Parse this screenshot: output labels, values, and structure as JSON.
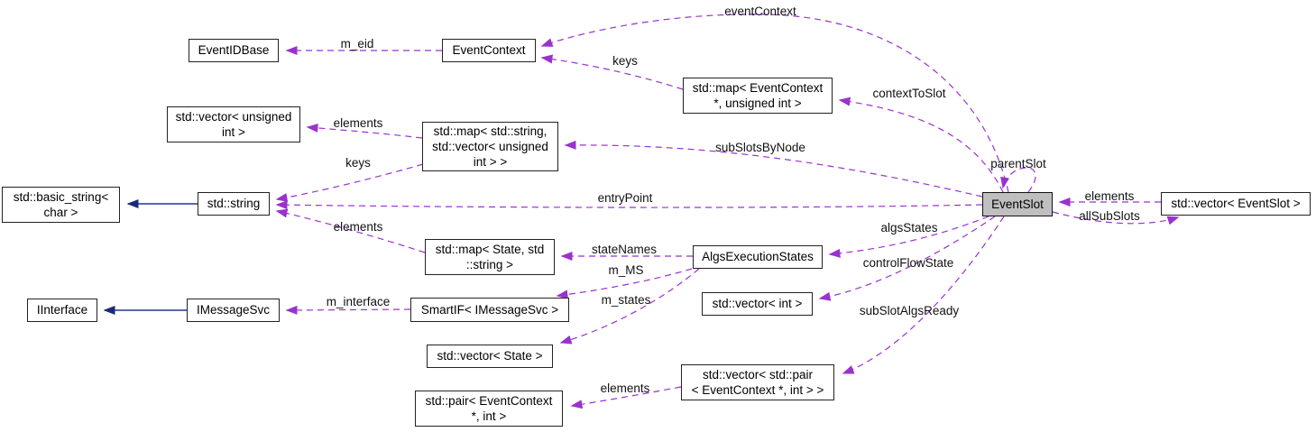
{
  "diagram": {
    "type": "doxygen-collaboration-graph",
    "colors": {
      "usage_edge": "#9a32cd",
      "inheritance_edge": "#24368f",
      "node_fill": "#ffffff",
      "node_border": "#222222",
      "highlight_node_fill": "#bfbfbf"
    },
    "nodes": [
      {
        "name": "event-id-base",
        "label": "EventIDBase",
        "highlighted": false
      },
      {
        "name": "event-context",
        "label": "EventContext",
        "highlighted": false
      },
      {
        "name": "map-eventcontext-uint",
        "label": "std::map< EventContext\n*, unsigned int >",
        "highlighted": false
      },
      {
        "name": "vector-unsigned-int",
        "label": "std::vector< unsigned\nint >",
        "highlighted": false
      },
      {
        "name": "map-string-vector",
        "label": "std::map< std::string,\nstd::vector< unsigned\nint > >",
        "highlighted": false
      },
      {
        "name": "basic-string-char",
        "label": "std::basic_string<\nchar >",
        "highlighted": false
      },
      {
        "name": "std-string",
        "label": "std::string",
        "highlighted": false
      },
      {
        "name": "map-state-string",
        "label": "std::map< State, std\n::string >",
        "highlighted": false
      },
      {
        "name": "algs-execution-states",
        "label": "AlgsExecutionStates",
        "highlighted": false
      },
      {
        "name": "smartif-imessagesvc",
        "label": "SmartIF< IMessageSvc >",
        "highlighted": false
      },
      {
        "name": "vector-int",
        "label": "std::vector< int >",
        "highlighted": false
      },
      {
        "name": "iinterface",
        "label": "IInterface",
        "highlighted": false
      },
      {
        "name": "imessagesvc",
        "label": "IMessageSvc",
        "highlighted": false
      },
      {
        "name": "vector-state",
        "label": "std::vector< State >",
        "highlighted": false
      },
      {
        "name": "pair-eventcontext-int",
        "label": "std::pair< EventContext\n*, int >",
        "highlighted": false
      },
      {
        "name": "vector-pair",
        "label": "std::vector< std::pair\n< EventContext *, int > >",
        "highlighted": false
      },
      {
        "name": "event-slot",
        "label": "EventSlot",
        "highlighted": true
      },
      {
        "name": "vector-eventslot",
        "label": "std::vector< EventSlot >",
        "highlighted": false
      }
    ],
    "edges": [
      {
        "label": "m_eid",
        "from": "event-context",
        "to": "event-id-base",
        "style": "dashed"
      },
      {
        "label": "eventContext",
        "from": "event-slot",
        "to": "event-context",
        "style": "dashed"
      },
      {
        "label": "keys",
        "from": "map-eventcontext-uint",
        "to": "event-context",
        "style": "dashed"
      },
      {
        "label": "contextToSlot",
        "from": "event-slot",
        "to": "map-eventcontext-uint",
        "style": "dashed"
      },
      {
        "label": "elements",
        "from": "map-string-vector",
        "to": "vector-unsigned-int",
        "style": "dashed"
      },
      {
        "label": "subSlotsByNode",
        "from": "event-slot",
        "to": "map-string-vector",
        "style": "dashed"
      },
      {
        "label": "keys",
        "from": "map-string-vector",
        "to": "std-string",
        "style": "dashed"
      },
      {
        "label": "",
        "from": "std-string",
        "to": "basic-string-char",
        "style": "solid"
      },
      {
        "label": "entryPoint",
        "from": "event-slot",
        "to": "std-string",
        "style": "dashed"
      },
      {
        "label": "elements",
        "from": "map-state-string",
        "to": "std-string",
        "style": "dashed"
      },
      {
        "label": "stateNames",
        "from": "algs-execution-states",
        "to": "map-state-string",
        "style": "dashed"
      },
      {
        "label": "algsStates",
        "from": "event-slot",
        "to": "algs-execution-states",
        "style": "dashed"
      },
      {
        "label": "m_MS",
        "from": "algs-execution-states",
        "to": "smartif-imessagesvc",
        "style": "dashed"
      },
      {
        "label": "m_interface",
        "from": "smartif-imessagesvc",
        "to": "imessagesvc",
        "style": "dashed"
      },
      {
        "label": "",
        "from": "imessagesvc",
        "to": "iinterface",
        "style": "solid"
      },
      {
        "label": "m_states",
        "from": "algs-execution-states",
        "to": "vector-state",
        "style": "dashed"
      },
      {
        "label": "controlFlowState",
        "from": "event-slot",
        "to": "vector-int",
        "style": "dashed"
      },
      {
        "label": "subSlotAlgsReady",
        "from": "event-slot",
        "to": "vector-pair",
        "style": "dashed"
      },
      {
        "label": "elements",
        "from": "vector-pair",
        "to": "pair-eventcontext-int",
        "style": "dashed"
      },
      {
        "label": "elements",
        "from": "vector-eventslot",
        "to": "event-slot",
        "style": "dashed"
      },
      {
        "label": "allSubSlots",
        "from": "event-slot",
        "to": "vector-eventslot",
        "style": "dashed"
      },
      {
        "label": "parentSlot",
        "from": "event-slot",
        "to": "event-slot",
        "style": "dashed"
      }
    ]
  }
}
